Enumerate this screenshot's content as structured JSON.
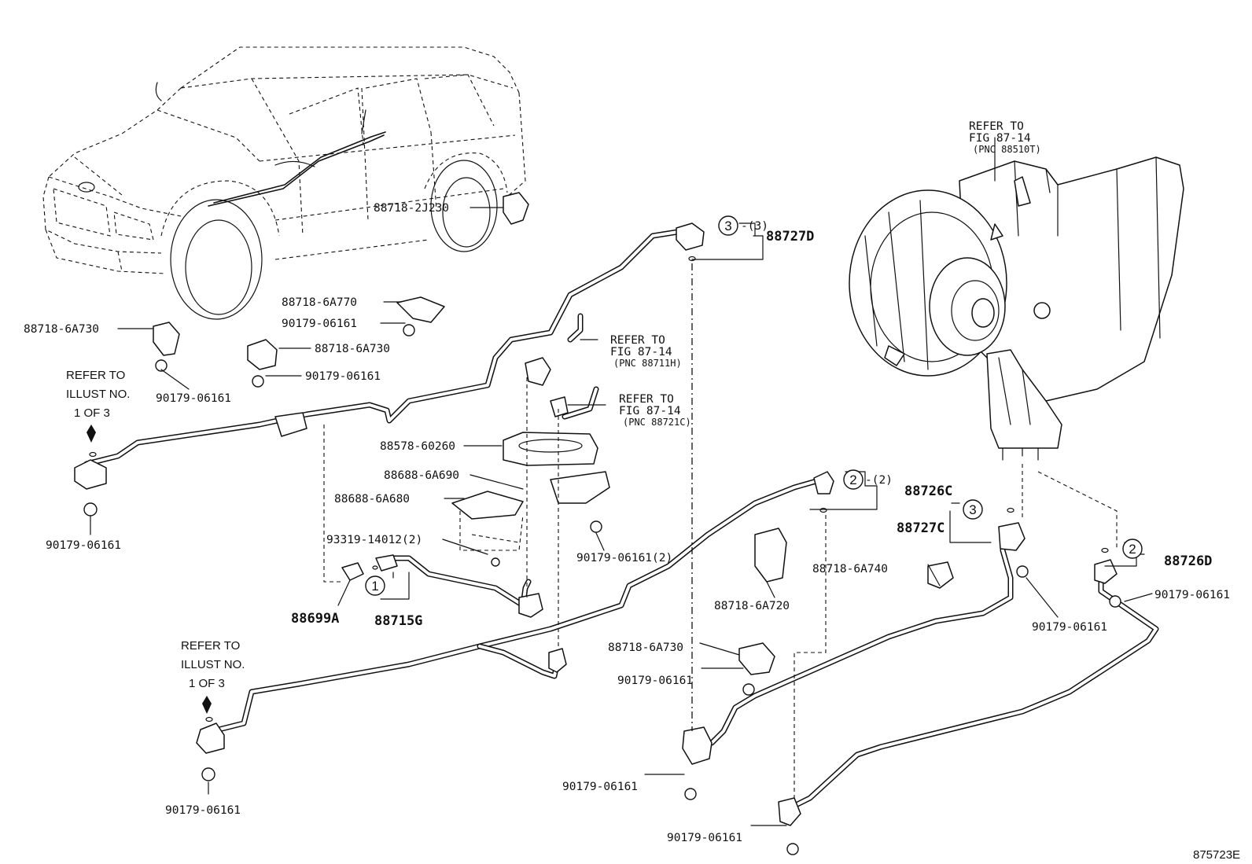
{
  "diagram_id": "875723E",
  "labels": {
    "p_88727D": "88727D",
    "p_88718_2J230": "88718-2J230",
    "p_88718_6A770": "88718-6A770",
    "p_90179_06161_a": "90179-06161",
    "p_88718_6A730_a": "88718-6A730",
    "p_88718_6A730_b": "88718-6A730",
    "p_90179_06161_b": "90179-06161",
    "p_90179_06161_c": "90179-06161",
    "p_90179_06161_d": "90179-06161",
    "p_88578_60260": "88578-60260",
    "p_88688_6A690": "88688-6A690",
    "p_88688_6A680": "88688-6A680",
    "p_93319_14012": "93319-14012(2)",
    "p_90179_06161_2": "90179-06161(2)",
    "p_88699A": "88699A",
    "p_88715G": "88715G",
    "p_88726C": "88726C",
    "p_88727C": "88727C",
    "p_88718_6A740": "88718-6A740",
    "p_88718_6A720": "88718-6A720",
    "p_88726D": "88726D",
    "p_90179_06161_e": "90179-06161",
    "p_90179_06161_f": "90179-06161",
    "p_88718_6A730_c": "88718-6A730",
    "p_90179_06161_g": "90179-06161",
    "p_90179_06161_h": "90179-06161",
    "p_90179_06161_i": "90179-06161",
    "p_90179_06161_j": "90179-06161"
  },
  "refs": {
    "ref_illust_1": {
      "line1": "REFER TO",
      "line2": "ILLUST NO.",
      "line3": "1  OF  3"
    },
    "ref_illust_2": {
      "line1": "REFER TO",
      "line2": "ILLUST NO.",
      "line3": "1  OF  3"
    },
    "ref_fig_88711H": {
      "line1": "REFER TO",
      "line2": "FIG 87-14",
      "line3": "(PNC 88711H)"
    },
    "ref_fig_88721C": {
      "line1": "REFER TO",
      "line2": "FIG 87-14",
      "line3": "(PNC 88721C)"
    },
    "ref_fig_88510": {
      "line1": "REFER TO",
      "line2": "FIG 87-14",
      "line3": "(PNC 88510T)"
    }
  },
  "callouts": {
    "c3_top": "3",
    "c3_top_qty": "-(3)",
    "c2_mid": "2",
    "c2_mid_qty": "-(2)",
    "c3_right": "3",
    "c2_right": "2",
    "c1": "1"
  }
}
